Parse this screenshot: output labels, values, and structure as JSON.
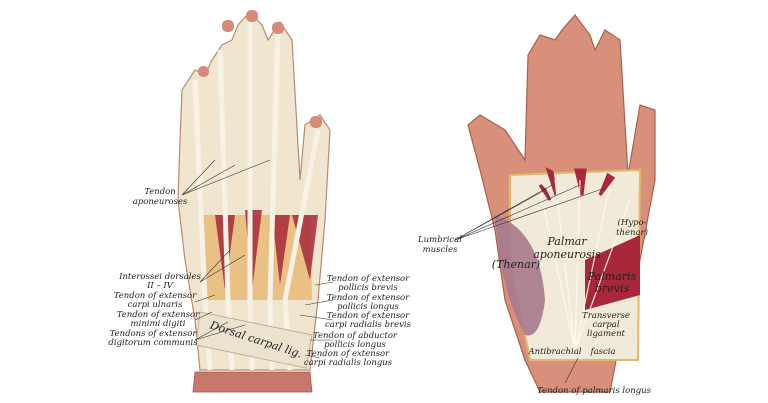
{
  "dorsal_view": {
    "labels": {
      "tendon_aponeuroses": [
        "Tendon",
        "aponeuroses"
      ],
      "interossei": [
        "Interossei dorsales",
        "II – IV"
      ],
      "ext_carpi_ulnaris": [
        "Tendon of extensor",
        "carpi ulnaris"
      ],
      "ext_minimi_digiti": [
        "Tendon of extensor",
        "minimi digiti"
      ],
      "ext_digitorum": [
        "Tendons of extensor",
        "digitorum communis"
      ],
      "ext_pollicis_brevis": [
        "Tendon of extensor",
        "pollicis brevis"
      ],
      "ext_pollicis_longus": [
        "Tendon of extensor",
        "pollicis longus"
      ],
      "ext_carpi_rad_brevis": [
        "Tendon of extensor",
        "carpi radialis brevis"
      ],
      "abd_pollicis_longus": [
        "Tendon of abductor",
        "pollicis longus"
      ],
      "ext_carpi_rad_longus": [
        "Tendon of extensor",
        "carpi radialis longus"
      ],
      "dorsal_carpal_lig": "Dorsal carpal lig."
    }
  },
  "palmar_view": {
    "labels": {
      "lumbrical": [
        "Lumbrical",
        "muscles"
      ],
      "palmar_aponeurosis": [
        "Palmar",
        "aponeurosis"
      ],
      "thenar": "(Thenar)",
      "hypothenar": [
        "(Hypo-",
        "thenar)"
      ],
      "palmaris_brevis": [
        "Palmaris",
        "brevis"
      ],
      "transverse_carpal": [
        "Transverse",
        "carpal",
        "ligament"
      ],
      "antibrachial": "Antibrachial",
      "fascia": "fascia",
      "palmaris_longus": "Tendon of palmaris longus"
    }
  },
  "colors": {
    "skin": "#d9907a",
    "tendon": "#efe8d8",
    "muscle": "#a8283a",
    "bone": "#e3b878",
    "thenar": "#a77a8e"
  }
}
